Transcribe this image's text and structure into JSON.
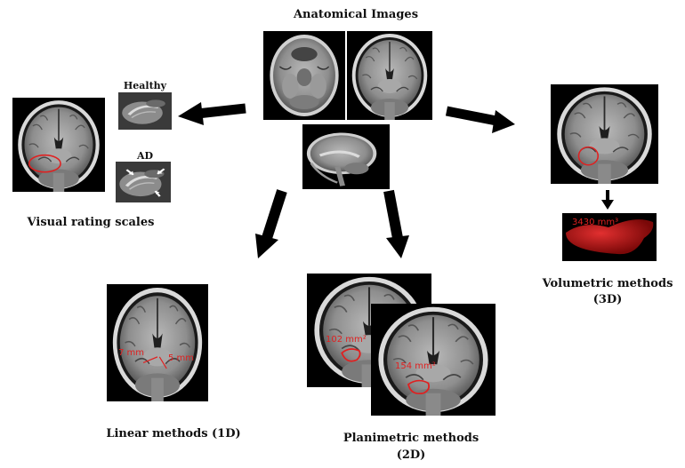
{
  "title": "Anatomical Images",
  "visual": {
    "label": "Visual rating scales",
    "healthy_label": "Healthy",
    "ad_label": "AD"
  },
  "linear": {
    "label": "Linear methods (1D)",
    "measure_left": "7 mm",
    "measure_right": "5 mm"
  },
  "planimetric": {
    "label_line1": "Planimetric methods",
    "label_line2": "(2D)",
    "area_back": "102 mm²",
    "area_front": "154 mm²"
  },
  "volumetric": {
    "label_line1": "Volumetric methods",
    "label_line2": "(3D)",
    "volume": "3430 mm³"
  },
  "colors": {
    "annotation": "#e02020",
    "arrow": "#000000",
    "hippocampus_3d": "#b01010"
  }
}
